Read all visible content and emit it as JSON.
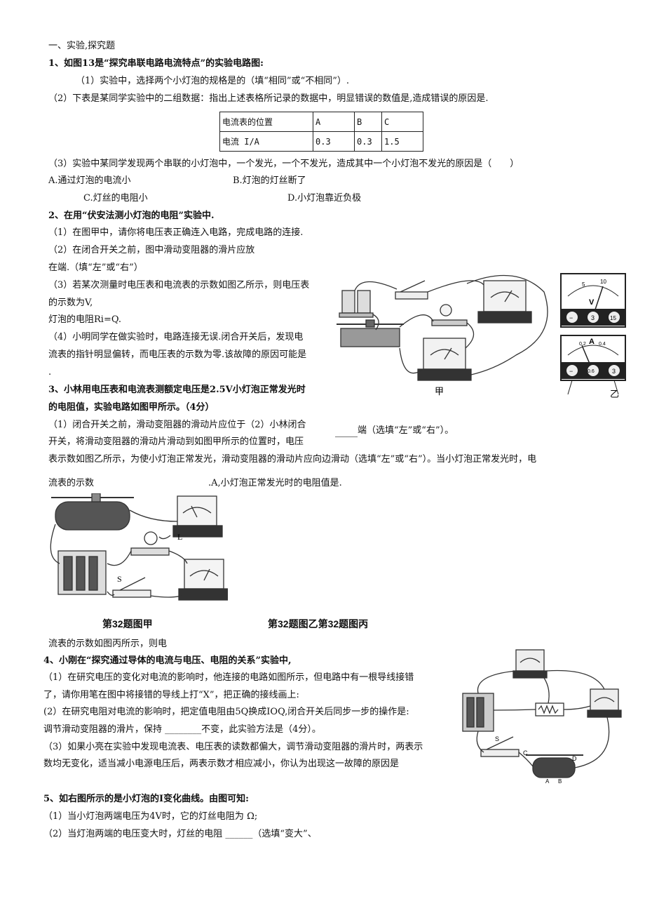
{
  "section_title": "一、实验,探究题",
  "q1": {
    "title": "1、如图13是“探究串联电路电流特点”的实验电路图:",
    "p1": "（1）实验中，选择两个小灯泡的规格是的（填“相同”或“不相同”）.",
    "p2": "（2）下表是某同学实验中的二组数据：指出上述表格所记录的数据中，明显错误的数值是,造成错误的原因是.",
    "table": {
      "headers": [
        "电流表的位置",
        "A",
        "B",
        "C"
      ],
      "row": [
        "电流 I/A",
        "0.3",
        "0.3",
        "1.5"
      ]
    },
    "p3": "（3）实验中某同学发现两个串联的小灯泡中，一个发光，一个不发光，造成其中一个小灯泡不发光的原因是（　　）",
    "optA": "A.通过灯泡的电流小",
    "optB": "B.灯泡的灯丝断了",
    "optC": "C.灯丝的电阻小",
    "optD": "D.小灯泡靠近负极"
  },
  "q2": {
    "title": "2、在用“伏安法测小灯泡的电阻”实验中.",
    "l1": "（1）在图甲中，请你将电压表正确连入电路，完成电路的连接.",
    "l2": "（2）在闭合开关之前，图中滑动变阻器的滑片应放",
    "l3": "在端.（填“左”或“右”）",
    "l4": "（3）若某次测量时电压表和电流表的示数如图乙所示，则电压表",
    "l5": "的示数为V,",
    "l6": "灯泡的电阻Ri=Q.",
    "l7": "（4）小明同学在做实验时，电路连接无误.闭合开关后，发现电",
    "l8": "流表的指针明显偏转，而电压表的示数为零.该故障的原因可能是",
    "l9": ".",
    "fig_label_jia": "甲",
    "fig_label_yi": "乙",
    "meter_v": "V",
    "meter_a": "A",
    "v_ticks": [
      "5",
      "10"
    ],
    "a_ticks": [
      "0.2",
      "0.4"
    ],
    "v_terms": [
      "−",
      "3",
      "15"
    ],
    "a_terms": [
      "−",
      "0.6",
      "3"
    ]
  },
  "q3": {
    "title1": "3、小林用电压表和电流表测额定电压是2.5V小灯泡正常发光时",
    "title2": "的电阻值，实验电路如图甲所示。（4分）",
    "l1": "（1）闭合开关之前，滑动变阻器的滑动片应位于（2）小林闭合",
    "l1_right": "端（选填“左”或“右”）。",
    "l2": "开关，将滑动变阻器的滑动片滑动到如图甲所示的位置时，电压",
    "l3": "表示数如图乙所示，为使小灯泡正常发光，滑动变阻器的滑动片应向边滑动（选填“左”或“右”）。当小灯泡正常发光时，电",
    "l4a": "流表的示数",
    "l4b": ".A,小灯泡正常发光时的电阻值是.",
    "fig_L": "L",
    "fig_S": "S",
    "cap1": "第32题图甲",
    "cap2": "第32题图乙第32题图丙",
    "l5": "流表的示数如图丙所示，则电"
  },
  "q4": {
    "title": "4、小刚在“探究通过导体的电流与电压、电阻的关系”实验中,",
    "l1": "（1）在研究电压的变化对电流的影响时，他连接的电路如图所示，但电路中有一根导线接错",
    "l2": "了，请你用笔在图中将接错的导线上打“X”，把正确的接线画上:",
    "l3": "(2）在研究电阻对电流的影响时，把定值电阻由5Q换成IOQ,闭合开关后同步一步的操作是:",
    "l4": "调节滑动变阻器的滑片，保持 ________不变，此实验方法是（4分）。",
    "l5": "（3）如果小亮在实验中发现电流表、电压表的读数都偏大，调节滑动变阻器的滑片时，两表示",
    "l6": "数均无变化，适当减小电源电压后，两表示数才相应减小，你认为出现这一故障的原因是",
    "fig_labels": [
      "C",
      "D",
      "A",
      "B",
      "S"
    ]
  },
  "q5": {
    "title": "5、如右图所示的是小灯泡的I变化曲线。由图可知:",
    "l1": "（1）当小灯泡两端电压为4V时，它的灯丝电阻为 Ω;",
    "l2": "（2）当灯泡两端的电压变大时，灯丝的电阻 ______（选填“变大”、"
  }
}
